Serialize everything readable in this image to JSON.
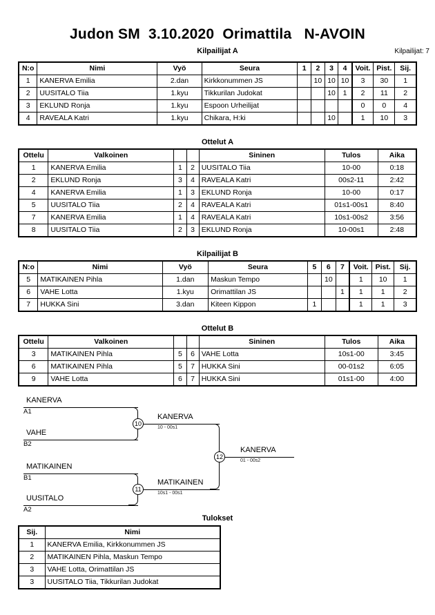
{
  "header": {
    "title": "Judon SM  3.10.2020  Orimattila   N-AVOIN",
    "subtitle": "Kilpailijat A",
    "entrants": "Kilpailijat: 7"
  },
  "pool_a": {
    "columns": [
      "N:o",
      "Nimi",
      "Vyö",
      "Seura",
      "1",
      "2",
      "3",
      "4",
      "Voit.",
      "Pist.",
      "Sij."
    ],
    "rows": [
      {
        "no": "1",
        "nimi": "KANERVA Emilia",
        "vyo": "2.dan",
        "seura": "Kirkkonummen JS",
        "m": [
          "",
          "10",
          "10",
          "10"
        ],
        "voit": "3",
        "pist": "30",
        "sij": "1"
      },
      {
        "no": "2",
        "nimi": "UUSITALO Tiia",
        "vyo": "1.kyu",
        "seura": "Tikkurilan Judokat",
        "m": [
          "",
          "",
          "10",
          "1"
        ],
        "voit": "2",
        "pist": "11",
        "sij": "2"
      },
      {
        "no": "3",
        "nimi": "EKLUND Ronja",
        "vyo": "1.kyu",
        "seura": "Espoon Urheilijat",
        "m": [
          "",
          "",
          "",
          ""
        ],
        "voit": "0",
        "pist": "0",
        "sij": "4"
      },
      {
        "no": "4",
        "nimi": "RAVEALA Katri",
        "vyo": "1.kyu",
        "seura": "Chikara, H:ki",
        "m": [
          "",
          "",
          "10",
          ""
        ],
        "voit": "1",
        "pist": "10",
        "sij": "3"
      }
    ]
  },
  "bouts_a": {
    "heading": "Ottelut A",
    "columns": [
      "Ottelu",
      "Valkoinen",
      "",
      "",
      "Sininen",
      "Tulos",
      "Aika"
    ],
    "rows": [
      {
        "ottelu": "1",
        "white": "KANERVA Emilia",
        "wn": "1",
        "bn": "2",
        "blue": "UUSITALO Tiia",
        "tulos": "10-00",
        "aika": "0:18"
      },
      {
        "ottelu": "2",
        "white": "EKLUND Ronja",
        "wn": "3",
        "bn": "4",
        "blue": "RAVEALA Katri",
        "tulos": "00s2-11",
        "aika": "2:42"
      },
      {
        "ottelu": "4",
        "white": "KANERVA Emilia",
        "wn": "1",
        "bn": "3",
        "blue": "EKLUND Ronja",
        "tulos": "10-00",
        "aika": "0:17"
      },
      {
        "ottelu": "5",
        "white": "UUSITALO Tiia",
        "wn": "2",
        "bn": "4",
        "blue": "RAVEALA Katri",
        "tulos": "01s1-00s1",
        "aika": "8:40"
      },
      {
        "ottelu": "7",
        "white": "KANERVA Emilia",
        "wn": "1",
        "bn": "4",
        "blue": "RAVEALA Katri",
        "tulos": "10s1-00s2",
        "aika": "3:56"
      },
      {
        "ottelu": "8",
        "white": "UUSITALO Tiia",
        "wn": "2",
        "bn": "3",
        "blue": "EKLUND Ronja",
        "tulos": "10-00s1",
        "aika": "2:48"
      }
    ]
  },
  "pool_b": {
    "heading": "Kilpailijat B",
    "columns": [
      "N:o",
      "Nimi",
      "Vyö",
      "Seura",
      "5",
      "6",
      "7",
      "Voit.",
      "Pist.",
      "Sij."
    ],
    "rows": [
      {
        "no": "5",
        "nimi": "MATIKAINEN Pihla",
        "vyo": "1.dan",
        "seura": "Maskun Tempo",
        "m": [
          "",
          "10",
          ""
        ],
        "voit": "1",
        "pist": "10",
        "sij": "1"
      },
      {
        "no": "6",
        "nimi": "VAHE Lotta",
        "vyo": "1.kyu",
        "seura": "Orimattilan JS",
        "m": [
          "",
          "",
          "1"
        ],
        "voit": "1",
        "pist": "1",
        "sij": "2"
      },
      {
        "no": "7",
        "nimi": "HUKKA Sini",
        "vyo": "3.dan",
        "seura": "Kiteen Kippon",
        "m": [
          "1",
          "",
          ""
        ],
        "voit": "1",
        "pist": "1",
        "sij": "3"
      }
    ]
  },
  "bouts_b": {
    "heading": "Ottelut B",
    "columns": [
      "Ottelu",
      "Valkoinen",
      "",
      "",
      "Sininen",
      "Tulos",
      "Aika"
    ],
    "rows": [
      {
        "ottelu": "3",
        "white": "MATIKAINEN Pihla",
        "wn": "5",
        "bn": "6",
        "blue": "VAHE Lotta",
        "tulos": "10s1-00",
        "aika": "3:45"
      },
      {
        "ottelu": "6",
        "white": "MATIKAINEN Pihla",
        "wn": "5",
        "bn": "7",
        "blue": "HUKKA Sini",
        "tulos": "00-01s2",
        "aika": "6:05"
      },
      {
        "ottelu": "9",
        "white": "VAHE Lotta",
        "wn": "6",
        "bn": "7",
        "blue": "HUKKA Sini",
        "tulos": "01s1-00",
        "aika": "4:00"
      }
    ]
  },
  "bracket": {
    "entrants": [
      {
        "name": "KANERVA",
        "code": "A1"
      },
      {
        "name": "VAHE",
        "code": "B2"
      },
      {
        "name": "MATIKAINEN",
        "code": "B1"
      },
      {
        "name": "UUSITALO",
        "code": "A2"
      }
    ],
    "matches": [
      {
        "number": "10",
        "winner": "KANERVA",
        "score": "10 - 00s1"
      },
      {
        "number": "11",
        "winner": "MATIKAINEN",
        "score": "10s1 - 00s1"
      },
      {
        "number": "12",
        "winner": "KANERVA",
        "score": "01 - 00s2"
      }
    ]
  },
  "results": {
    "heading": "Tulokset",
    "columns": [
      "Sij.",
      "Nimi"
    ],
    "rows": [
      {
        "sij": "1",
        "nimi": "KANERVA Emilia, Kirkkonummen JS"
      },
      {
        "sij": "2",
        "nimi": "MATIKAINEN Pihla, Maskun Tempo"
      },
      {
        "sij": "3",
        "nimi": "VAHE Lotta, Orimattilan JS"
      },
      {
        "sij": "3",
        "nimi": "UUSITALO Tiia, Tikkurilan Judokat"
      }
    ]
  }
}
